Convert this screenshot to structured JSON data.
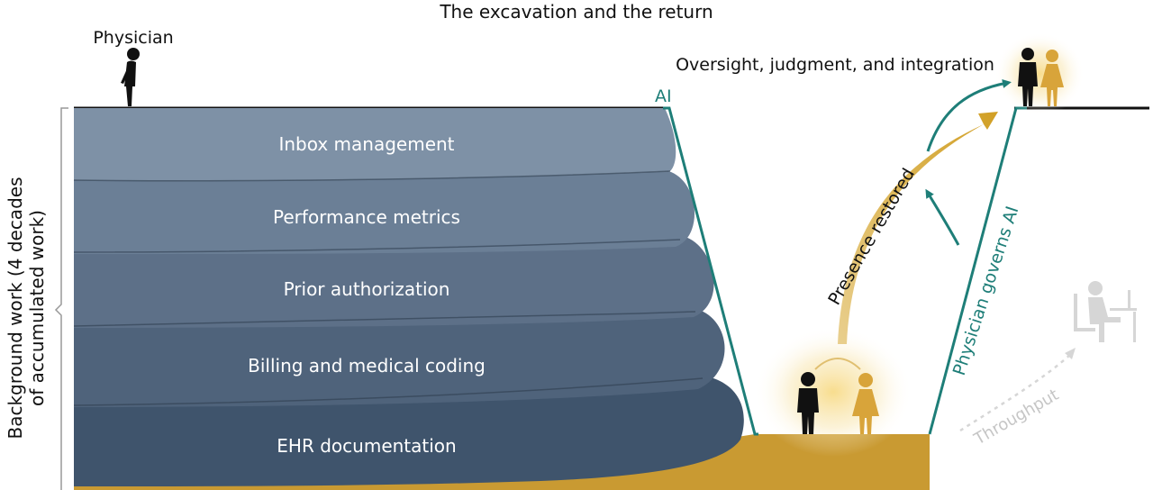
{
  "title": "The excavation and the return",
  "labels": {
    "physician": "Physician",
    "ai": "AI",
    "oversight": "Oversight, judgment, and integration",
    "background_line1": "Background work (4 decades",
    "background_line2": "of accumulated work)",
    "presence_restored": "Presence restored",
    "physician_governs_ai": "Physician governs AI",
    "throughput": "Throughput"
  },
  "layers": [
    {
      "label": "Inbox management",
      "color": "#7e91a6"
    },
    {
      "label": "Performance metrics",
      "color": "#6b7f96"
    },
    {
      "label": "Prior authorization",
      "color": "#5d7088"
    },
    {
      "label": "Billing and medical coding",
      "color": "#4f637b"
    },
    {
      "label": "EHR documentation",
      "color": "#3f546c"
    }
  ],
  "colors": {
    "teal": "#1e7e78",
    "gold": "#d7a938",
    "ground": "#c99a32",
    "ink": "#111111",
    "ghost": "#cfcfcf"
  }
}
